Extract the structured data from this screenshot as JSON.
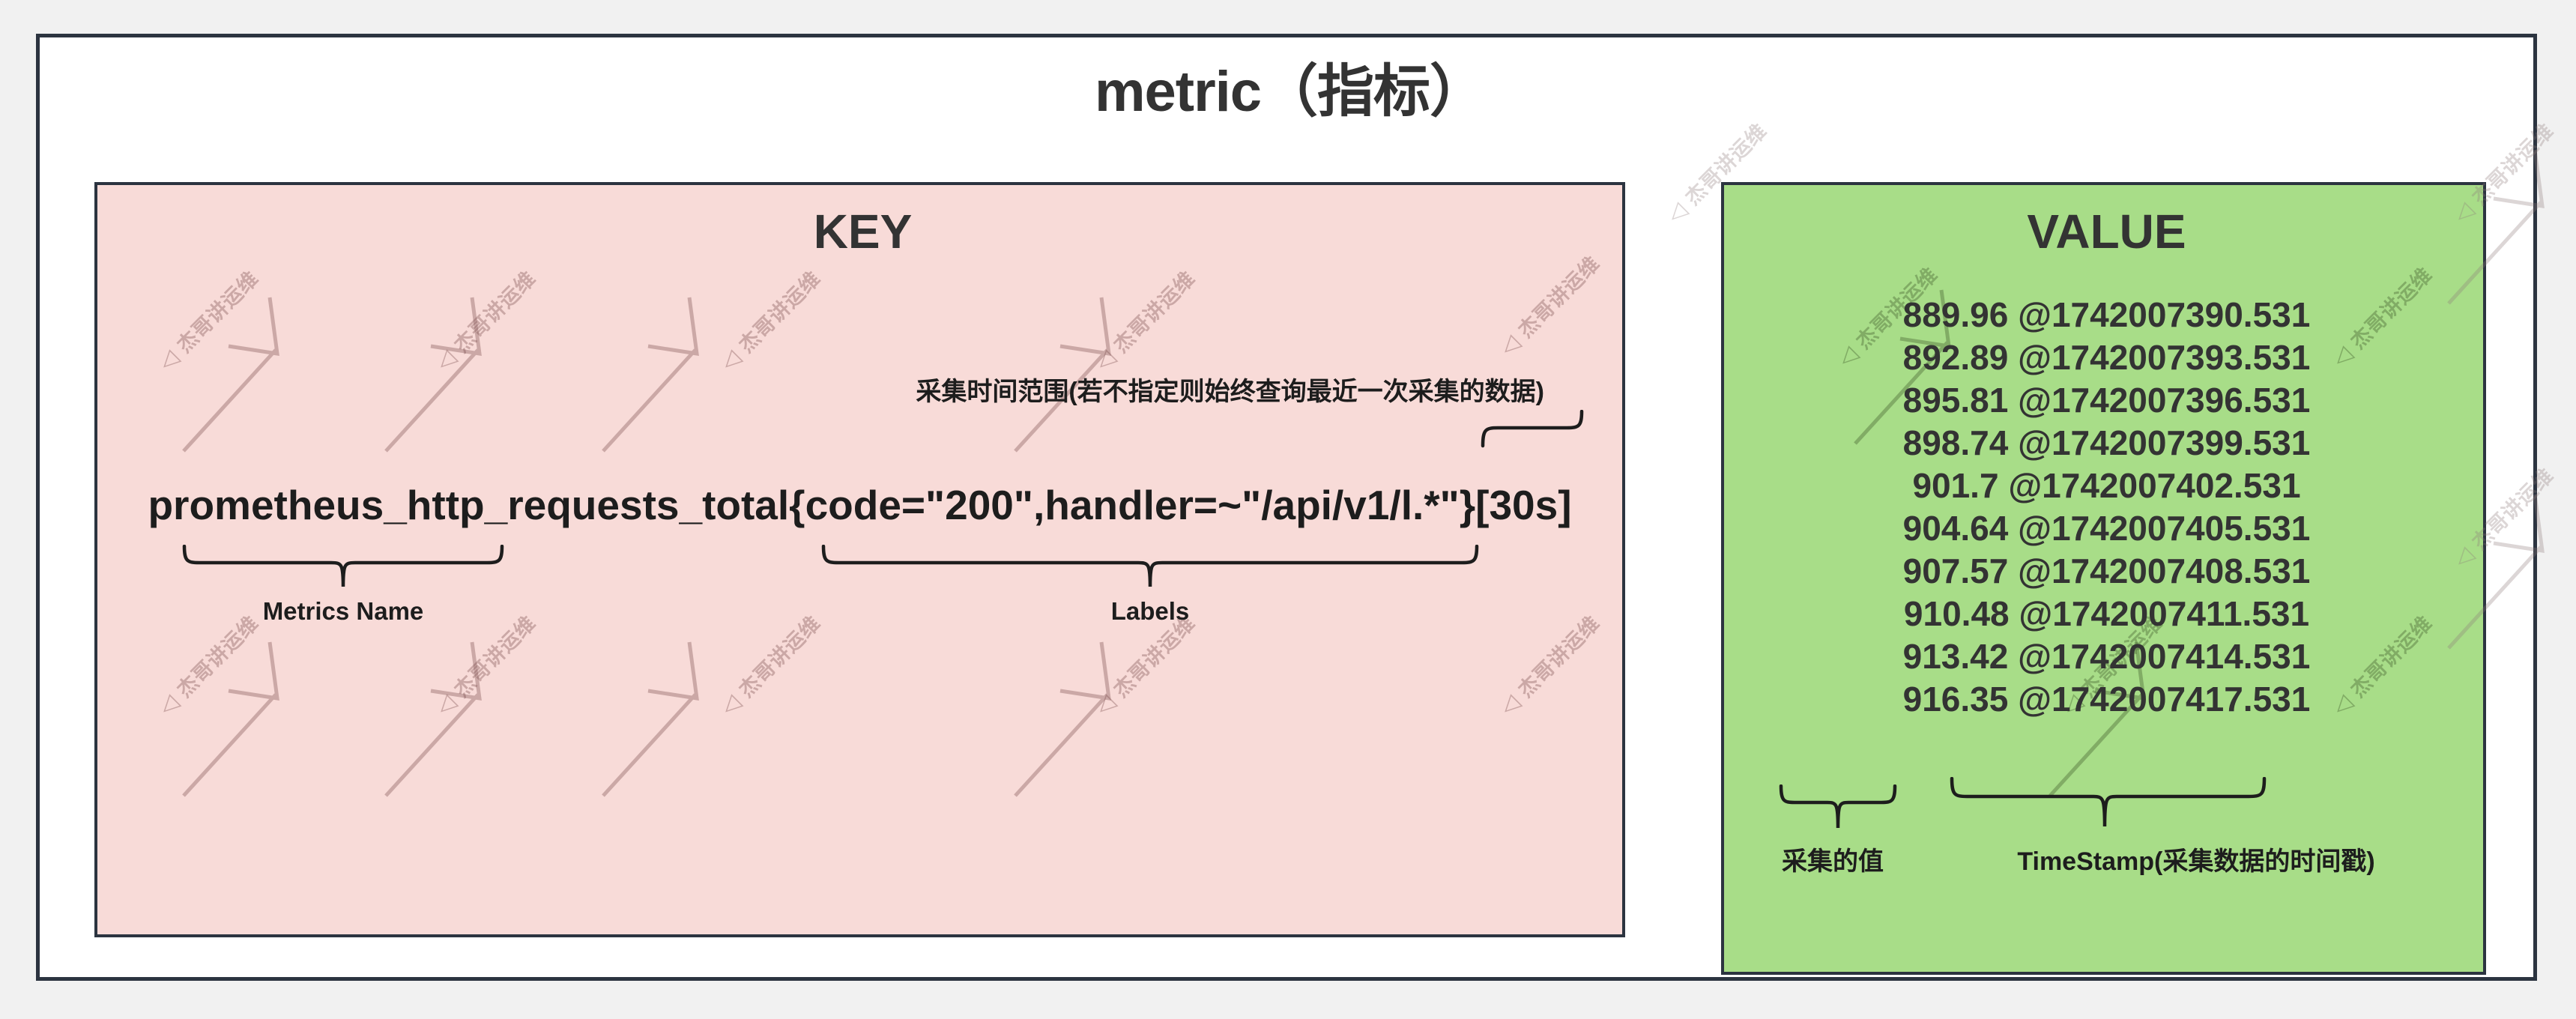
{
  "title": "metric（指标）",
  "key_panel": {
    "heading": "KEY",
    "range_note": "采集时间范围(若不指定则始终查询最近一次采集的数据)",
    "expression": "prometheus_http_requests_total{code=\"200\",handler=~\"/api/v1/l.*\"}[30s]",
    "metrics_name_label": "Metrics Name",
    "labels_label": "Labels"
  },
  "value_panel": {
    "heading": "VALUE",
    "samples": [
      "889.96 @1742007390.531",
      "892.89 @1742007393.531",
      "895.81 @1742007396.531",
      "898.74 @1742007399.531",
      "901.7 @1742007402.531",
      "904.64 @1742007405.531",
      "907.57 @1742007408.531",
      "910.48 @1742007411.531",
      "913.42 @1742007414.531",
      "916.35 @1742007417.531"
    ],
    "collected_value_label": "采集的值",
    "timestamp_label": "TimeStamp(采集数据的时间戳)"
  },
  "watermark": {
    "text": "杰哥讲运维",
    "mark": "◁"
  },
  "colors": {
    "page_background": "#f1f1f1",
    "frame_border": "#2c3440",
    "key_panel_fill": "#f8dbd8",
    "value_panel_fill": "#a8dd88",
    "text": "#333333"
  },
  "chart_data": {
    "type": "table",
    "title": "metric（指标）",
    "categories": [
      "1742007390.531",
      "1742007393.531",
      "1742007396.531",
      "1742007399.531",
      "1742007402.531",
      "1742007405.531",
      "1742007408.531",
      "1742007411.531",
      "1742007414.531",
      "1742007417.531"
    ],
    "values": [
      889.96,
      892.89,
      895.81,
      898.74,
      901.7,
      904.64,
      907.57,
      910.48,
      913.42,
      916.35
    ],
    "xlabel": "TimeStamp(采集数据的时间戳)",
    "ylabel": "采集的值"
  }
}
